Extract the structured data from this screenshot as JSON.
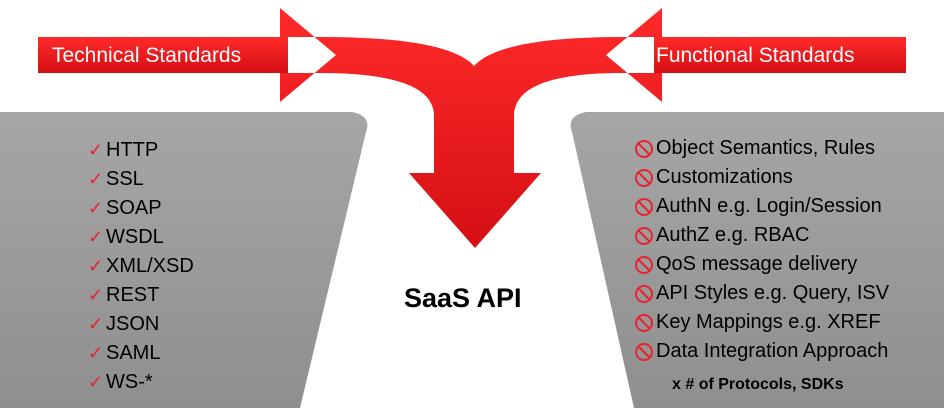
{
  "left_arrow": {
    "label": "Technical Standards"
  },
  "right_arrow": {
    "label": "Functional Standards"
  },
  "center": {
    "label": "SaaS API"
  },
  "technical_items": [
    "HTTP",
    "SSL",
    "SOAP",
    "WSDL",
    "XML/XSD",
    "REST",
    "JSON",
    "SAML",
    "WS-*"
  ],
  "functional_items": [
    "Object Semantics, Rules",
    "Customizations",
    "AuthN e.g. Login/Session",
    "AuthZ e.g. RBAC",
    "QoS message delivery",
    "API Styles e.g. Query, ISV",
    "Key Mappings e.g. XREF",
    "Data Integration Approach"
  ],
  "footnote": "x # of Protocols, SDKs",
  "colors": {
    "arrow": "#ee1c25",
    "panel": "#9b9b9b",
    "check": "#e8232f"
  },
  "icons": {
    "technical_marker": "check-icon",
    "functional_marker": "prohibited-icon"
  }
}
